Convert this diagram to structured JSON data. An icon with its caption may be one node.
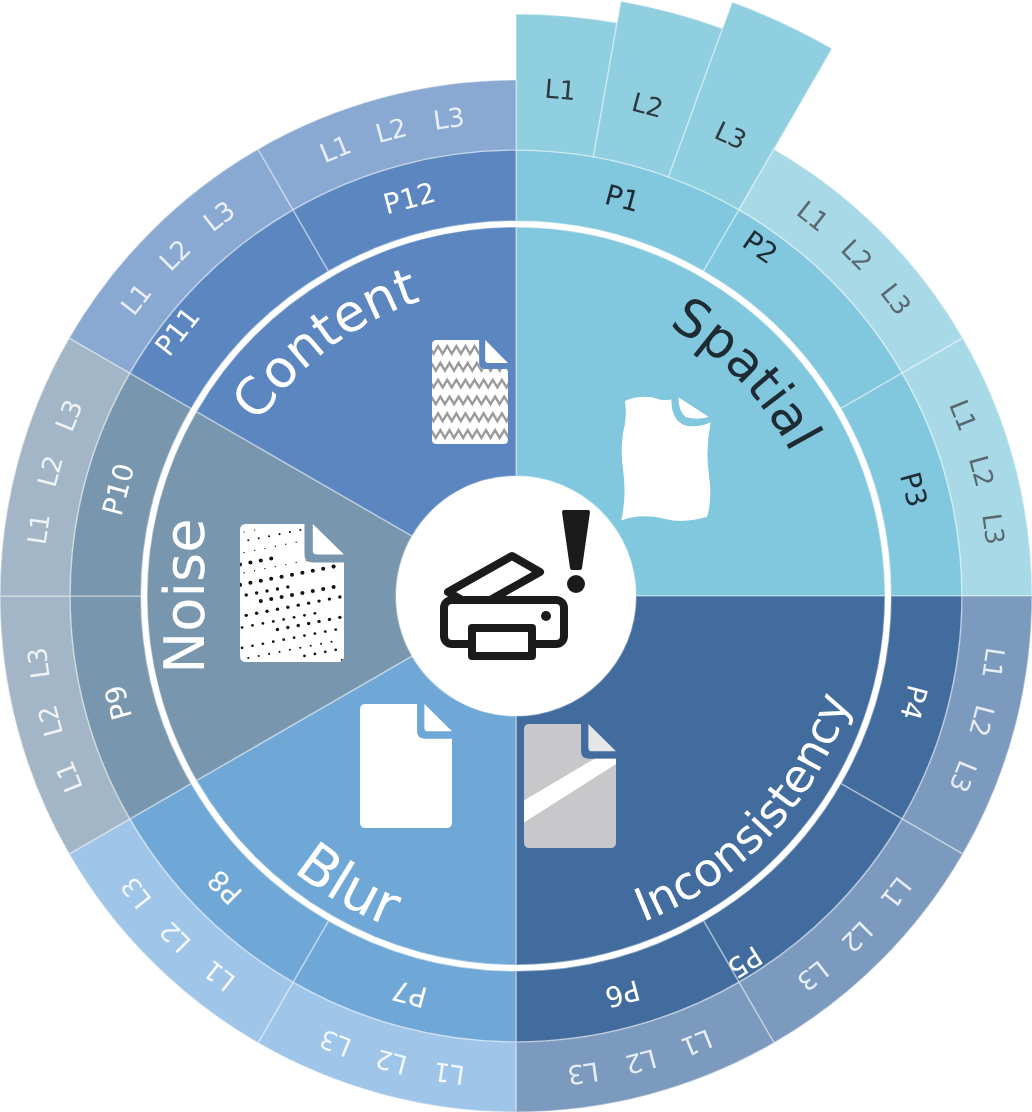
{
  "diagram": {
    "nodes": [
      {
        "text": [
          "Spatial"
        ]
      },
      {
        "text": [
          "Inconsistency"
        ]
      },
      {
        "text": [
          "Blur"
        ]
      },
      {
        "text": [
          "Noise"
        ]
      },
      {
        "text": [
          "Content"
        ]
      },
      {
        "text": [
          "P1"
        ]
      },
      {
        "text": [
          "P2"
        ]
      },
      {
        "text": [
          "P3"
        ]
      },
      {
        "text": [
          "P4"
        ]
      },
      {
        "text": [
          "P5"
        ]
      },
      {
        "text": [
          "P6"
        ]
      },
      {
        "text": [
          "P7"
        ]
      },
      {
        "text": [
          "P8"
        ]
      },
      {
        "text": [
          "P9"
        ]
      },
      {
        "text": [
          "P10"
        ]
      },
      {
        "text": [
          "P11"
        ]
      },
      {
        "text": [
          "P12"
        ]
      },
      {
        "text": [
          "L1"
        ]
      },
      {
        "text": [
          "L2"
        ]
      },
      {
        "text": [
          "L3"
        ]
      },
      {
        "text": [
          "L1",
          "L2",
          "L3"
        ]
      },
      {
        "text": [
          "L1",
          "L2",
          "L3"
        ]
      },
      {
        "text": [
          "L1",
          "L2",
          "L3"
        ]
      },
      {
        "text": [
          "L1",
          "L2",
          "L3"
        ]
      },
      {
        "text": [
          "L1",
          "L2",
          "L3"
        ]
      },
      {
        "text": [
          "L1",
          "L2",
          "L3"
        ]
      },
      {
        "text": [
          "L1",
          "L2",
          "L3"
        ]
      },
      {
        "text": [
          "L1",
          "L2",
          "L3"
        ]
      },
      {
        "text": [
          "L1",
          "L2",
          "L3"
        ]
      },
      {
        "text": [
          "L1",
          "L2",
          "L3"
        ]
      },
      {
        "text": [
          "L1",
          "L2",
          "L3"
        ]
      }
    ]
  }
}
